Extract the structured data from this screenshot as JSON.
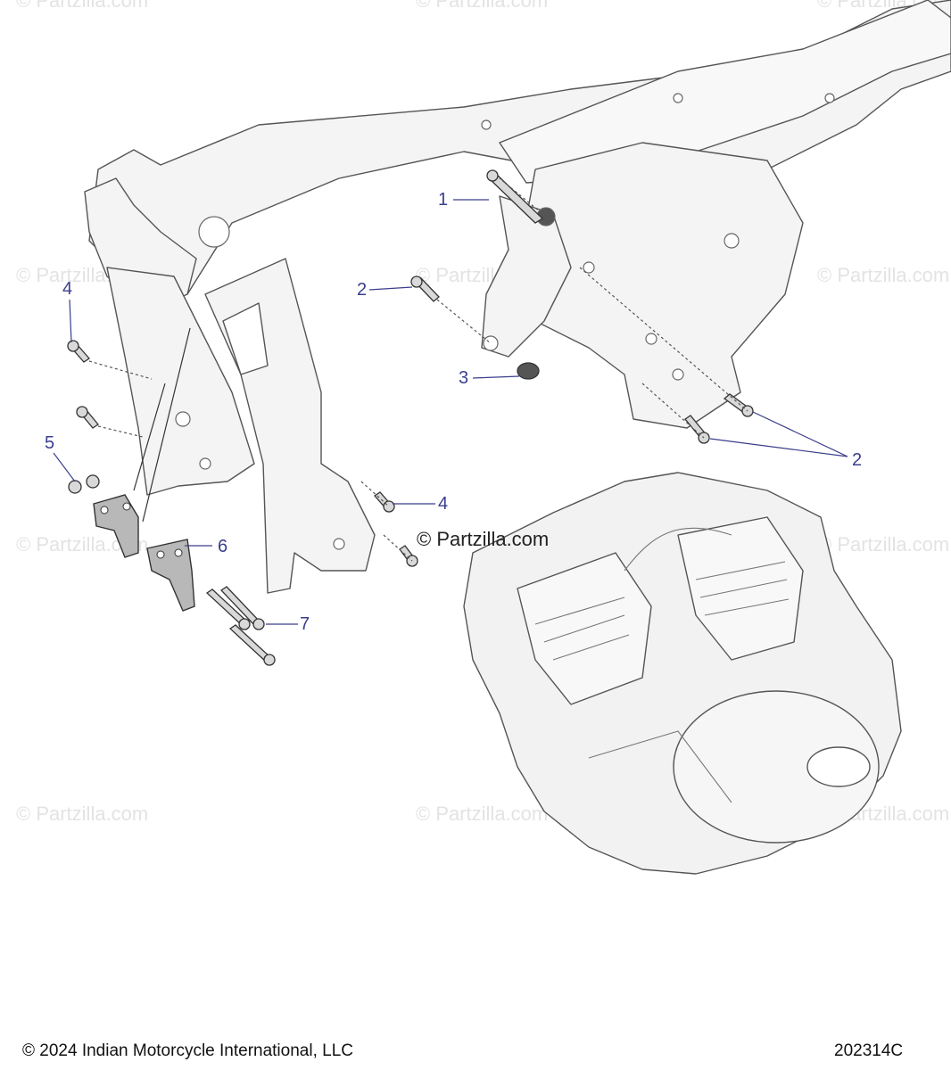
{
  "watermark_text": "© Partzilla.com",
  "center_watermark": "© Partzilla.com",
  "callouts": [
    "1",
    "2",
    "3",
    "4",
    "4",
    "5",
    "6",
    "7",
    "2"
  ],
  "footer": {
    "copyright": "© 2024 Indian Motorcycle International, LLC",
    "code": "202314C"
  },
  "colors": {
    "callout": "#3a3e8c",
    "line": "#444444",
    "watermark": "#e3e3e3"
  }
}
